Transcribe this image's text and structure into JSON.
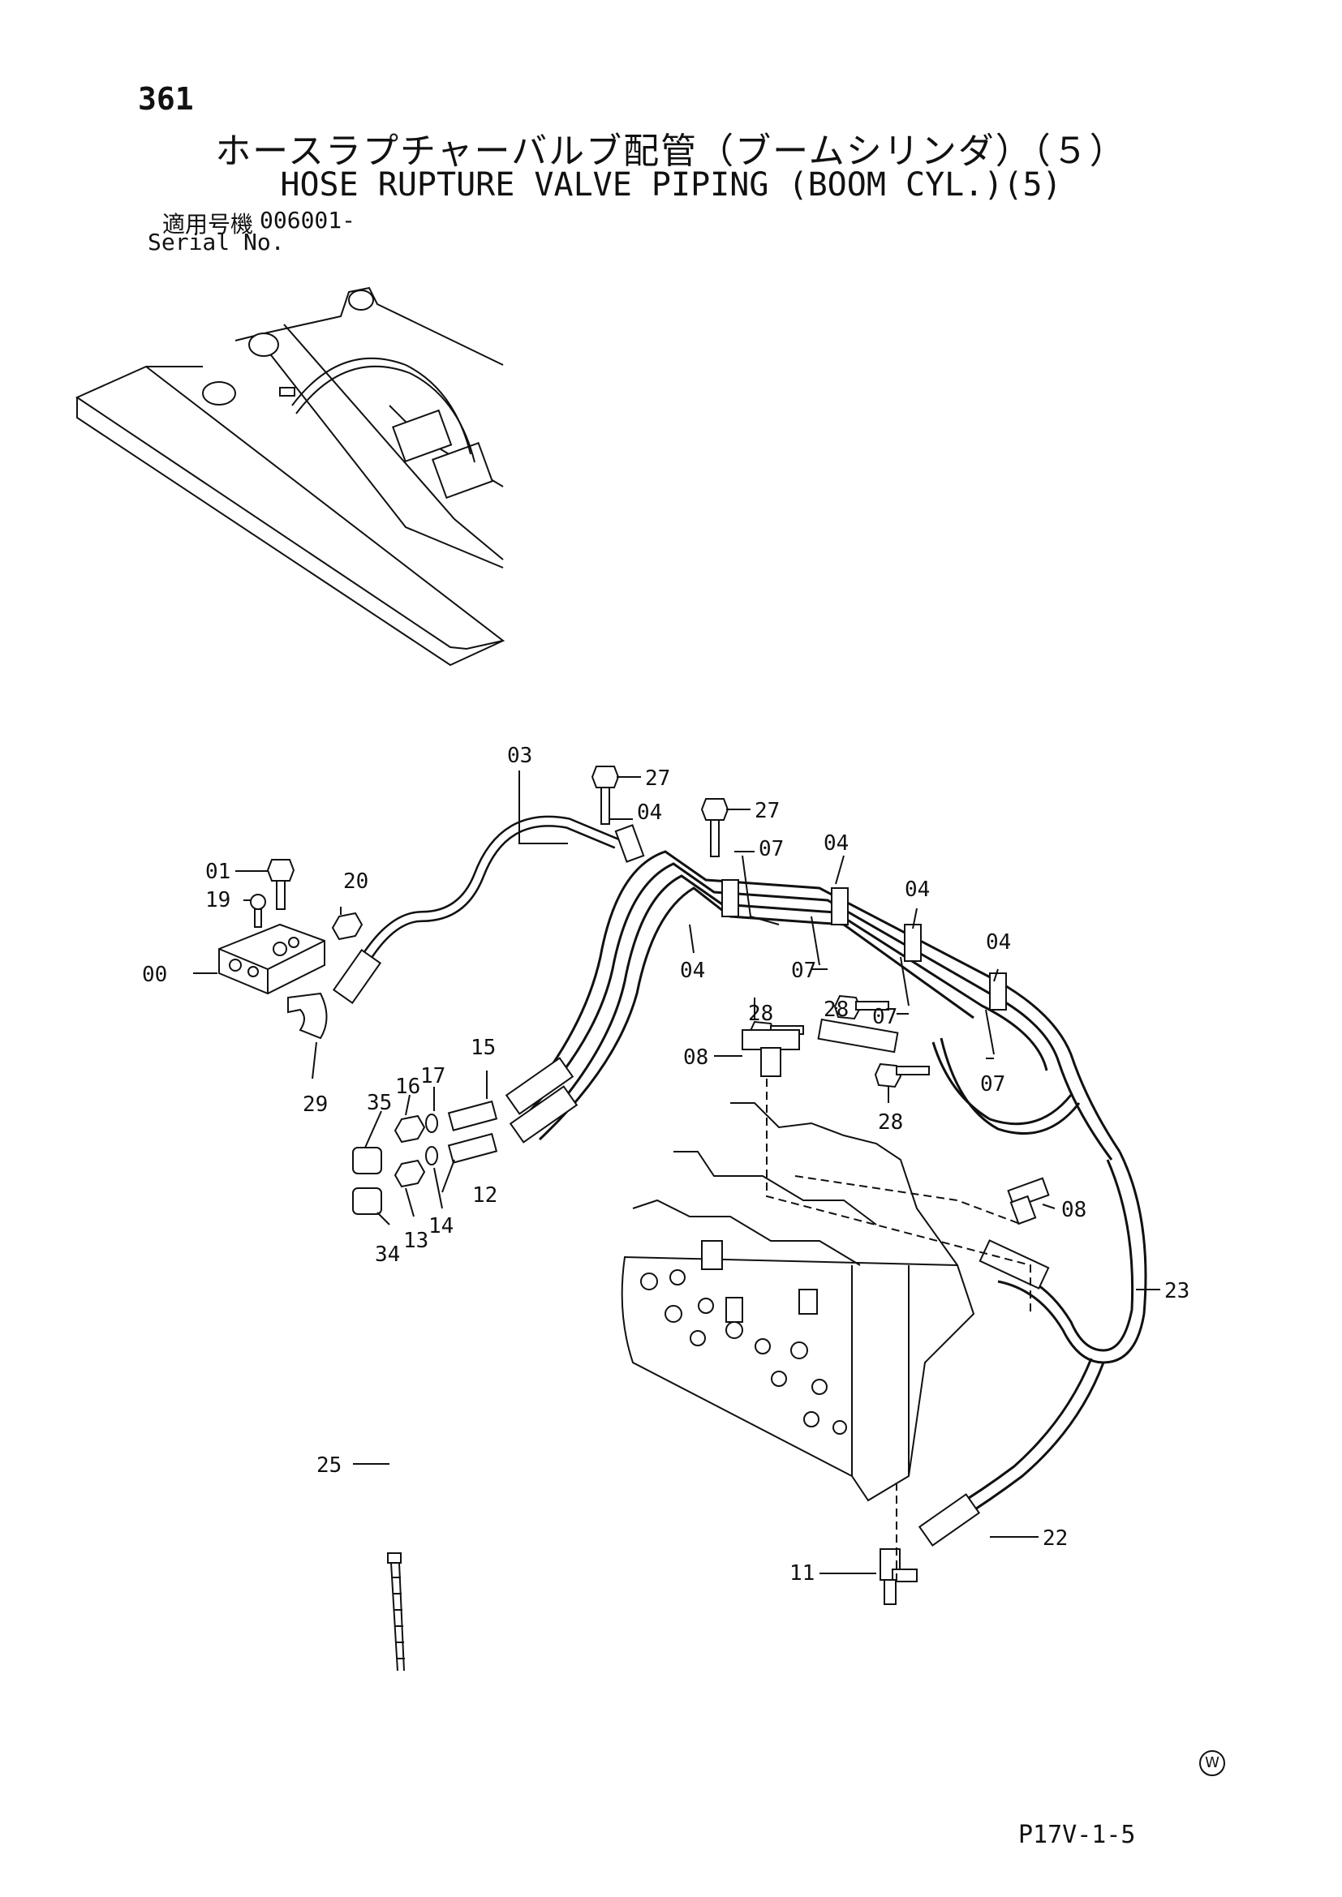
{
  "header": {
    "page_number": "361",
    "title_jp": "ホースラプチャーバルブ配管（ブームシリンダ）（５）",
    "title_en": "HOSE RUPTURE VALVE PIPING (BOOM CYL.)(5)",
    "serial_label_jp": "適用号機",
    "serial_value": "006001-",
    "serial_label_en": "Serial No."
  },
  "callouts": {
    "c00": "00",
    "c01": "01",
    "c03": "03",
    "c04a": "04",
    "c04b": "04",
    "c04c": "04",
    "c04d": "04",
    "c04e": "04",
    "c07a": "07",
    "c07b": "07",
    "c07c": "07",
    "c07d": "07",
    "c08a": "08",
    "c08b": "08",
    "c11": "11",
    "c12": "12",
    "c13": "13",
    "c14": "14",
    "c15": "15",
    "c16": "16",
    "c17": "17",
    "c19": "19",
    "c20": "20",
    "c22": "22",
    "c23": "23",
    "c25": "25",
    "c27a": "27",
    "c27b": "27",
    "c28a": "28",
    "c28b": "28",
    "c28c": "28",
    "c29": "29",
    "c34": "34",
    "c35": "35"
  },
  "footer": {
    "watermark": "W",
    "doc_code": "P17V-1-5"
  }
}
